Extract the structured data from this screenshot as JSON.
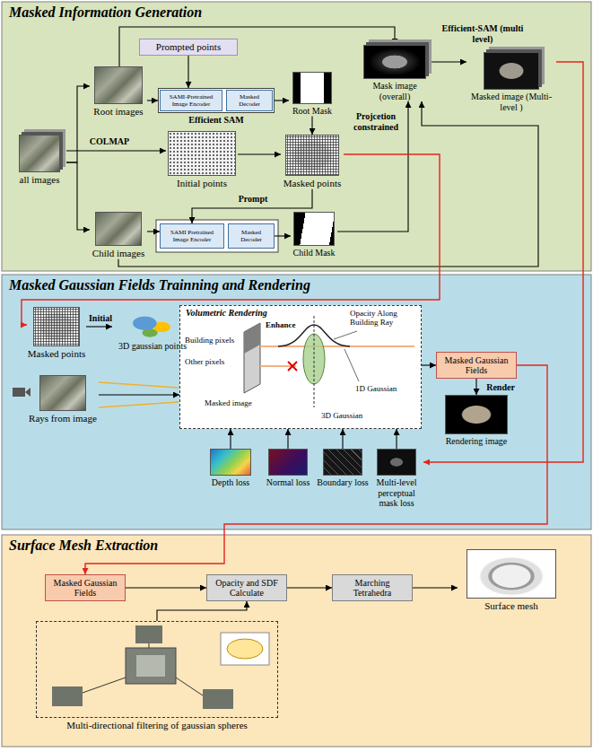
{
  "diagram": {
    "nodes": [
      {
        "text": [
          "Masked Information Generation"
        ]
      },
      {
        "text": [
          "Prompted points"
        ],
        "in": 0
      },
      {
        "text": [
          "Root images"
        ],
        "in": 0
      },
      {
        "text": [
          "Efficient SAM"
        ],
        "in": 0
      },
      {
        "text": [
          "SAMI-Pretrained Image Encoder"
        ],
        "in": 3
      },
      {
        "text": [
          "Masked Decoder"
        ],
        "in": 3
      },
      {
        "text": [
          "Root Mask"
        ],
        "in": 0
      },
      {
        "text": [
          "Mask image (overall)"
        ],
        "in": 0
      },
      {
        "text": [
          "Masked image (Multi-level )"
        ],
        "in": 0
      },
      {
        "text": [
          "all images"
        ],
        "in": 0
      },
      {
        "text": [
          "Initial points"
        ],
        "in": 0
      },
      {
        "text": [
          "Masked points"
        ],
        "in": 0
      },
      {
        "text": [
          "Child images"
        ],
        "in": 0
      },
      {
        "text": [
          "SAMI Pretrained Image Encoder"
        ],
        "in": 0
      },
      {
        "text": [
          "Masked Decoder"
        ],
        "in": 0
      },
      {
        "text": [
          "Child Mask"
        ],
        "in": 0
      },
      {
        "text": [
          "Masked Gaussian Fields Trainning and Rendering"
        ]
      },
      {
        "text": [
          "Masked points"
        ],
        "in": 16
      },
      {
        "text": [
          "3D gaussian points"
        ],
        "in": 16
      },
      {
        "text": [
          "Rays from image"
        ],
        "in": 16
      },
      {
        "text": [
          "Volumetric Rendering",
          "Opacity Along Building Ray",
          "Building pixels",
          "Enhance",
          "Other pixels",
          "Masked image",
          "1D Gaussian",
          "3D Gaussian"
        ],
        "in": 16
      },
      {
        "text": [
          "Masked Gaussian Fields"
        ],
        "in": 16
      },
      {
        "text": [
          "Rendering image"
        ],
        "in": 16
      },
      {
        "text": [
          "Depth loss"
        ],
        "in": 16
      },
      {
        "text": [
          "Normal loss"
        ],
        "in": 16
      },
      {
        "text": [
          "Boundary loss"
        ],
        "in": 16
      },
      {
        "text": [
          "Multi-level perceptual mask loss"
        ],
        "in": 16
      },
      {
        "text": [
          "Surface Mesh Extraction"
        ]
      },
      {
        "text": [
          "Masked Gaussian Fields"
        ],
        "in": 27
      },
      {
        "text": [
          "Opacity and SDF Calculate"
        ],
        "in": 27
      },
      {
        "text": [
          "Marching Tetrahedra"
        ],
        "in": 27
      },
      {
        "text": [
          "Surface mesh"
        ],
        "in": 27
      },
      {
        "text": [
          "Multi-directional filtering of gaussian spheres"
        ],
        "in": 27
      }
    ],
    "edges": [
      {
        "from": 9,
        "to": 10,
        "arrow": "to",
        "label": "COLMAP"
      },
      {
        "from": 9,
        "to": 2,
        "arrow": "to"
      },
      {
        "from": 9,
        "to": 12,
        "arrow": "to"
      },
      {
        "from": 1,
        "to": 3,
        "arrow": "to"
      },
      {
        "from": 2,
        "to": 3,
        "arrow": "to"
      },
      {
        "from": 2,
        "to": 7,
        "arrow": "to"
      },
      {
        "from": 3,
        "to": 6,
        "arrow": "to"
      },
      {
        "from": 6,
        "to": 11,
        "arrow": "to",
        "label": "Projcetion constrained"
      },
      {
        "from": 10,
        "to": 11,
        "arrow": "to"
      },
      {
        "from": 11,
        "to": 13,
        "arrow": "to",
        "label": "Prompt"
      },
      {
        "from": 12,
        "to": 13,
        "arrow": "to"
      },
      {
        "from": 14,
        "to": 15,
        "arrow": "to"
      },
      {
        "from": 15,
        "to": 7,
        "arrow": "to"
      },
      {
        "from": 12,
        "to": 7,
        "arrow": "to"
      },
      {
        "from": 7,
        "to": 8,
        "arrow": "to",
        "label": "Efficient-SAM (multi level)"
      },
      {
        "from": 11,
        "to": 17,
        "arrow": "to"
      },
      {
        "from": 17,
        "to": 18,
        "arrow": "to",
        "label": "Initial"
      },
      {
        "from": 19,
        "to": 20,
        "arrow": "to"
      },
      {
        "from": 20,
        "to": 21,
        "arrow": "to"
      },
      {
        "from": 21,
        "to": 22,
        "arrow": "to",
        "label": "Render"
      },
      {
        "from": 23,
        "to": 20,
        "arrow": "to"
      },
      {
        "from": 24,
        "to": 20,
        "arrow": "to"
      },
      {
        "from": 25,
        "to": 20,
        "arrow": "to"
      },
      {
        "from": 26,
        "to": 20,
        "arrow": "to"
      },
      {
        "from": 8,
        "to": 26,
        "arrow": "to"
      },
      {
        "from": 21,
        "to": 28,
        "arrow": "to"
      },
      {
        "from": 28,
        "to": 29,
        "arrow": "to"
      },
      {
        "from": 29,
        "to": 30,
        "arrow": "to"
      },
      {
        "from": 30,
        "to": 31,
        "arrow": "to"
      },
      {
        "from": 32,
        "to": 29,
        "arrow": "to"
      }
    ]
  }
}
